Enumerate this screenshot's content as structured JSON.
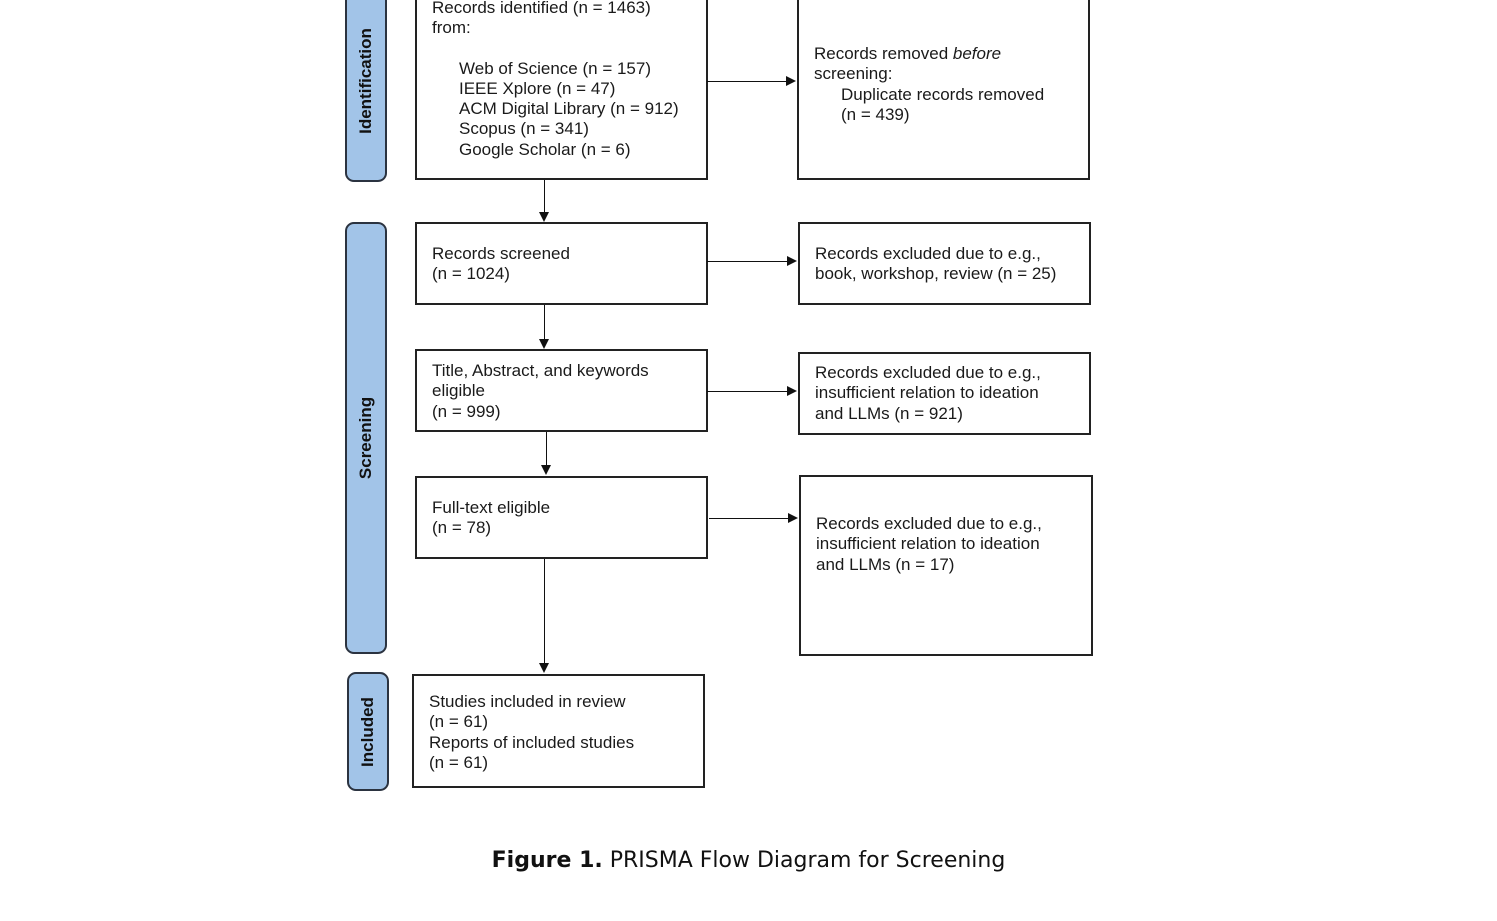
{
  "phases": {
    "identification": "Identification",
    "screening": "Screening",
    "included": "Included"
  },
  "boxes": {
    "identified": {
      "lines": [
        "Records identified (n = 1463)",
        "from:"
      ],
      "sources": [
        "Web of Science (n = 157)",
        "IEEE Xplore (n = 47)",
        "ACM Digital Library (n = 912)",
        "Scopus (n = 341)",
        "Google Scholar (n = 6)"
      ]
    },
    "removed": {
      "line1_prefix": "Records removed ",
      "line1_emph": "before",
      "line2": "screening:",
      "sub": [
        "Duplicate records removed",
        "(n = 439)"
      ]
    },
    "screened": {
      "lines": [
        "Records screened",
        "(n = 1024)"
      ]
    },
    "excluded_screened": {
      "lines": [
        "Records excluded due to e.g.,",
        "book, workshop, review (n = 25)"
      ]
    },
    "title_abstract": {
      "lines": [
        "Title, Abstract, and keywords",
        "eligible",
        "(n = 999)"
      ]
    },
    "excluded_title": {
      "lines": [
        "Records excluded due to e.g.,",
        "insufficient relation to ideation",
        "and LLMs (n = 921)"
      ]
    },
    "fulltext": {
      "lines": [
        "Full-text eligible",
        "(n = 78)"
      ]
    },
    "excluded_fulltext": {
      "lines": [
        "Records excluded due to e.g.,",
        "insufficient relation to ideation",
        "and LLMs (n = 17)"
      ]
    },
    "included": {
      "lines": [
        "Studies included in review",
        "(n = 61)",
        "Reports of included studies",
        "(n = 61)"
      ]
    }
  },
  "caption": {
    "label": "Figure 1.",
    "text": " PRISMA Flow Diagram for Screening"
  }
}
